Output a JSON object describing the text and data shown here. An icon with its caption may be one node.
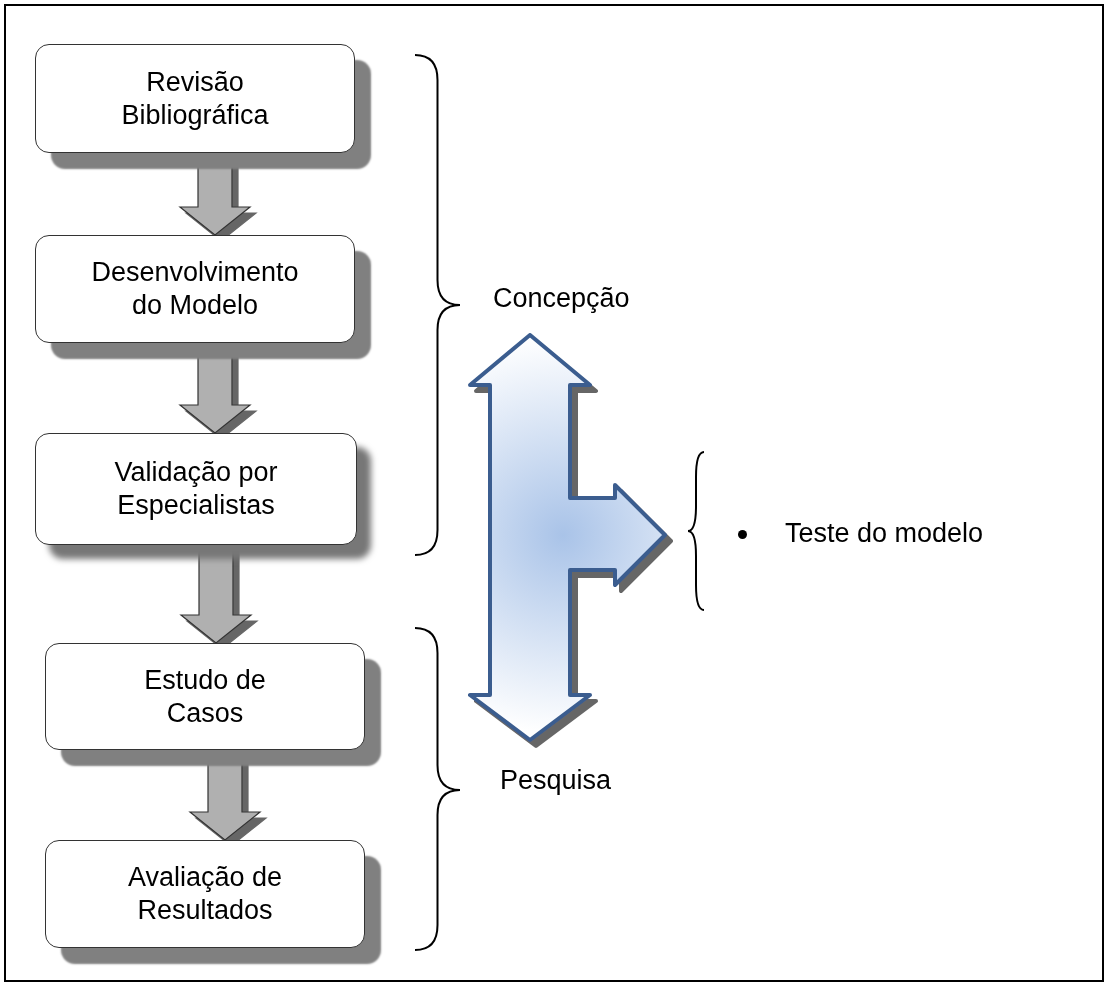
{
  "diagram": {
    "nodes": [
      {
        "text": [
          "Revisão Bibliográfica"
        ]
      },
      {
        "text": [
          "Desenvolvimento do Modelo"
        ]
      },
      {
        "text": [
          "Validação por Especialistas"
        ]
      },
      {
        "text": [
          "Estudo de Casos"
        ]
      },
      {
        "text": [
          "Avaliação de Resultados"
        ]
      }
    ],
    "edges": [
      {
        "from": 0,
        "to": 1,
        "arrow": "to"
      },
      {
        "from": 1,
        "to": 2,
        "arrow": "to"
      },
      {
        "from": 2,
        "to": 3,
        "arrow": "to"
      },
      {
        "from": 3,
        "to": 4,
        "arrow": "to"
      }
    ],
    "labels": [
      "Concepção",
      "Teste do modelo",
      "Pesquisa"
    ]
  }
}
